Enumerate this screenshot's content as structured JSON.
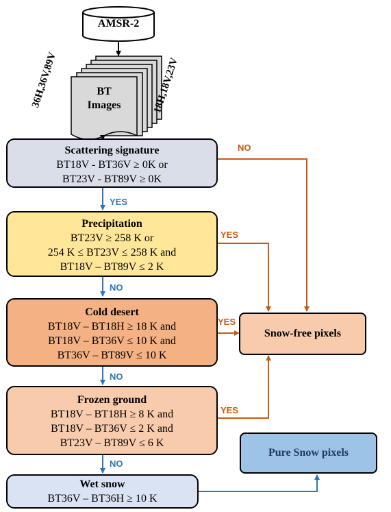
{
  "colors": {
    "orange_arrow": "#c55a11",
    "blue_arrow": "#2e75b6",
    "scattering_fill": "#d9dee8",
    "precipitation_fill": "#ffe699",
    "cold_desert_fill": "#f4b183",
    "frozen_ground_fill": "#f8cbad",
    "wet_snow_fill": "#dae3f3",
    "snow_free_fill": "#f8cbad",
    "pure_snow_fill": "#9dc3e6"
  },
  "source": {
    "label": "AMSR-2",
    "icon": "database-icon"
  },
  "bt_images": {
    "line1": "BT",
    "line2": "Images",
    "icon": "document-stack-icon"
  },
  "channels": {
    "left": "36H,36V,89V",
    "right": "18H,18V,23V"
  },
  "steps": {
    "scattering": {
      "title": "Scattering signature",
      "lines": [
        "BT18V - BT36V ≥ 0K or",
        "BT23V - BT89V ≥ 0K"
      ]
    },
    "precipitation": {
      "title": "Precipitation",
      "lines": [
        "BT23V ≥ 258 K or",
        "254 K ≤ BT23V ≤ 258 K and",
        "BT18V – BT89V ≤ 2 K"
      ]
    },
    "cold_desert": {
      "title": "Cold desert",
      "lines": [
        "BT18V – BT18H ≥ 18 K and",
        "BT18V – BT36V ≤ 10 K and",
        "BT36V – BT89V ≤ 10 K"
      ]
    },
    "frozen_ground": {
      "title": "Frozen ground",
      "lines": [
        "BT18V – BT18H ≥ 8 K and",
        "BT18V – BT36V ≤ 2 K and",
        "BT23V – BT89V ≤ 6 K"
      ]
    },
    "wet_snow": {
      "title": "Wet snow",
      "lines": [
        "BT36V – BT36H ≥ 10 K"
      ]
    }
  },
  "outcomes": {
    "snow_free": "Snow-free pixels",
    "pure_snow": "Pure Snow pixels"
  },
  "labels": {
    "yes": "YES",
    "no": "NO"
  }
}
